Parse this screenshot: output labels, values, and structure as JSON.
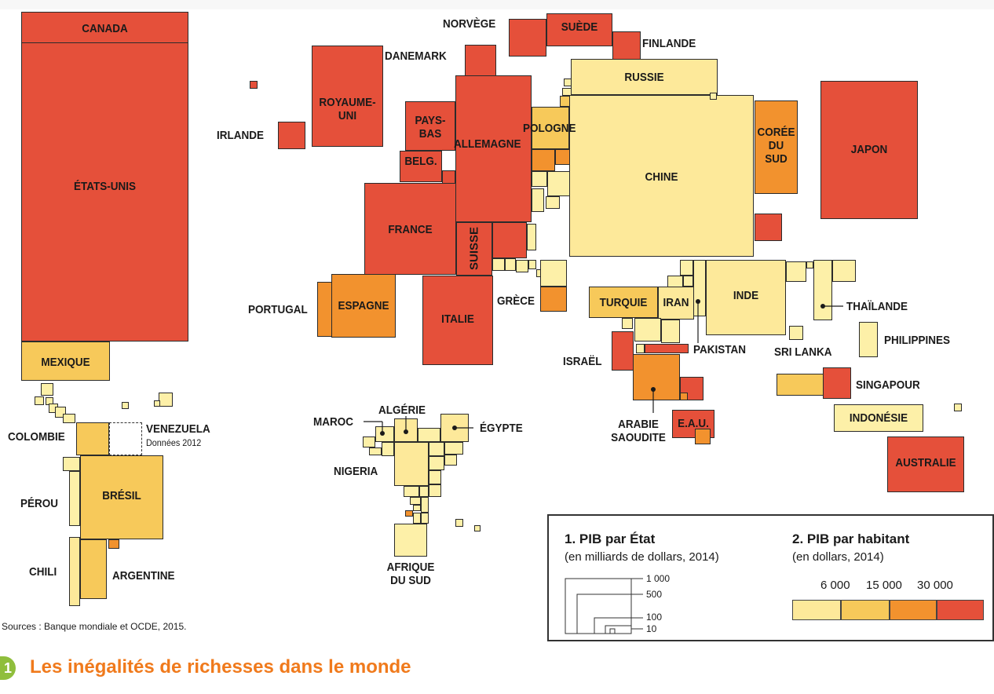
{
  "title": "Les inégalités de richesses dans le monde",
  "figure_number": "1",
  "sources": "Sources : Banque mondiale et OCDE, 2015.",
  "colors": {
    "lt6000": "#fde99a",
    "c6000_15000": "#f7c95a",
    "c15000_30000": "#f2922e",
    "gt30000": "#e5503a",
    "title": "#f07a1c",
    "badge": "#8fbe3c"
  },
  "legend": {
    "gdp_title": "1. PIB par État",
    "gdp_subtitle": "(en milliards de dollars, 2014)",
    "gdp_values": [
      "1 000",
      "500",
      "100",
      "10"
    ],
    "gdp_per_capita_title": "2. PIB par habitant",
    "gdp_per_capita_subtitle": "(en dollars, 2014)",
    "thresholds": [
      "6 000",
      "15 000",
      "30 000"
    ]
  },
  "labels": {
    "canada": "CANADA",
    "etats_unis": "ÉTATS-UNIS",
    "mexique": "MEXIQUE",
    "colombie": "COLOMBIE",
    "venezuela": "VENEZUELA",
    "venezuela_note": "Données 2012",
    "bresil": "BRÉSIL",
    "perou": "PÉROU",
    "chili": "CHILI",
    "argentine": "ARGENTINE",
    "irlande": "IRLANDE",
    "royaume_uni": "ROYAUME-\nUNI",
    "danemark": "DANEMARK",
    "norvege": "NORVÈGE",
    "suede": "SUÈDE",
    "finlande": "FINLANDE",
    "russie": "RUSSIE",
    "pays_bas": "PAYS-\nBAS",
    "belg": "BELG.",
    "allemagne": "ALLEMAGNE",
    "pologne": "POLOGNE",
    "france": "FRANCE",
    "suisse": "SUISSE",
    "portugal": "PORTUGAL",
    "espagne": "ESPAGNE",
    "italie": "ITALIE",
    "grece": "GRÈCE",
    "chine": "CHINE",
    "coree_du_sud": "CORÉE\nDU\nSUD",
    "japon": "JAPON",
    "turquie": "TURQUIE",
    "iran": "IRAN",
    "inde": "INDE",
    "thailande": "THAÏLANDE",
    "philippines": "PHILIPPINES",
    "israel": "ISRAËL",
    "pakistan": "PAKISTAN",
    "sri_lanka": "SRI LANKA",
    "singapour": "SINGAPOUR",
    "arabie_saoudite": "ARABIE\nSAOUDITE",
    "eau": "E.A.U.",
    "indonesie": "INDONÉSIE",
    "australie": "AUSTRALIE",
    "maroc": "MAROC",
    "algerie": "ALGÉRIE",
    "egypte": "ÉGYPTE",
    "nigeria": "NIGERIA",
    "afrique_du_sud": "AFRIQUE\nDU SUD"
  }
}
